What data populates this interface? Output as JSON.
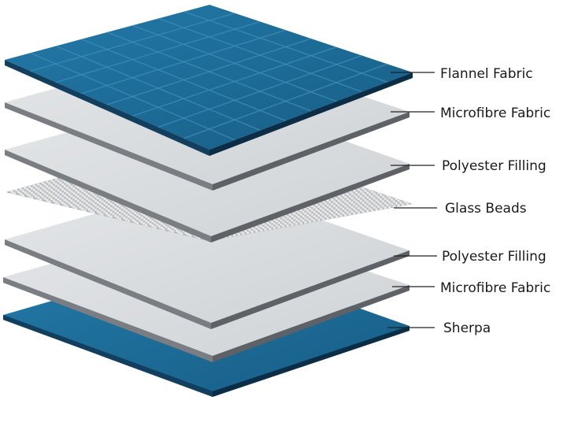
{
  "diagram": {
    "layers": [
      {
        "id": "flannel",
        "label": "Flannel Fabric",
        "kind": "blue-grid"
      },
      {
        "id": "microfibre-top",
        "label": "Microfibre Fabric",
        "kind": "grey"
      },
      {
        "id": "polyester-top",
        "label": "Polyester Filling",
        "kind": "grey"
      },
      {
        "id": "glass-beads",
        "label": "Glass Beads",
        "kind": "beads"
      },
      {
        "id": "polyester-bottom",
        "label": "Polyester Filling",
        "kind": "grey"
      },
      {
        "id": "microfibre-bottom",
        "label": "Microfibre Fabric",
        "kind": "grey"
      },
      {
        "id": "sherpa",
        "label": "Sherpa",
        "kind": "blue"
      }
    ],
    "colors": {
      "blue_top": "#1d6d9b",
      "blue_edge": "#0e3550",
      "grey_top": "#dcdfe1",
      "grey_edge": "#6f7378",
      "bead": "#c9cbcd",
      "grid_line": "#3d8bb7",
      "leader_line": "#222222"
    }
  }
}
